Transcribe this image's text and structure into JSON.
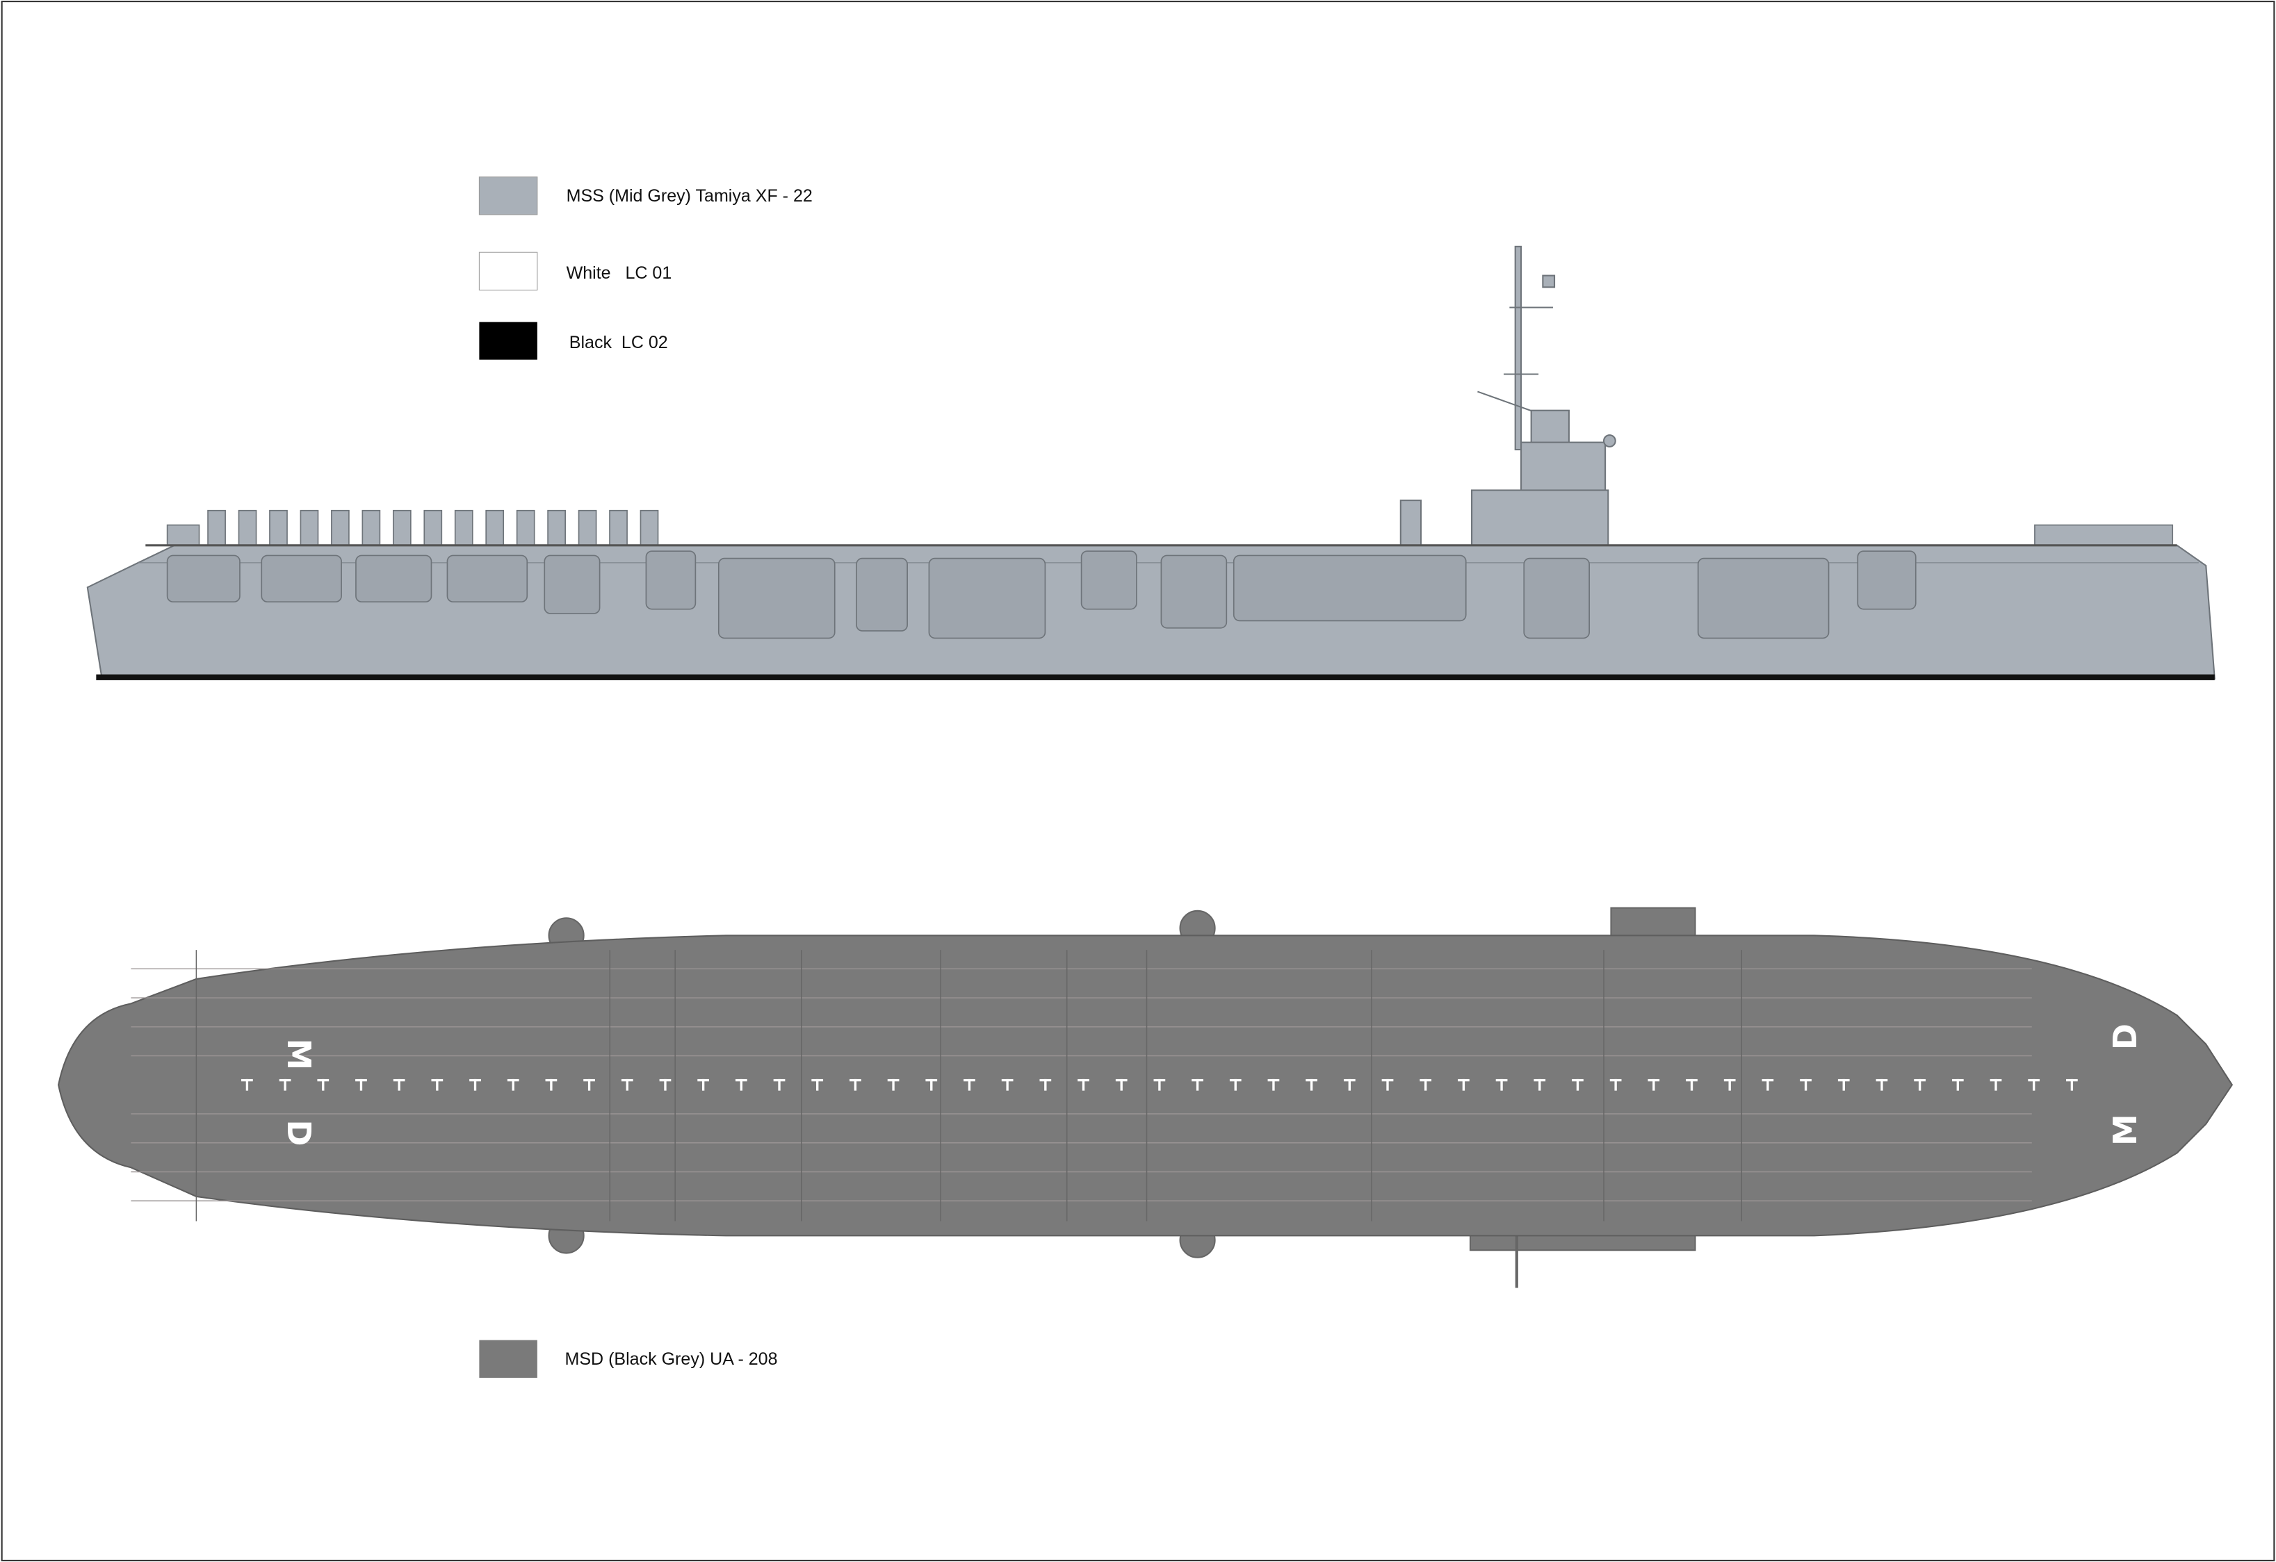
{
  "legend": {
    "items": [
      {
        "label": "MSS (Mid Grey) Tamiya XF - 22",
        "color": "#a9b0b8"
      },
      {
        "label": "White   LC 01",
        "color": "#ffffff"
      },
      {
        "label": "Black  LC 02",
        "color": "#000000"
      }
    ],
    "deck_item": {
      "label": "MSD (Black Grey) UA - 208",
      "color": "#7a7a7a"
    }
  },
  "deck_markings": {
    "stern_top": "M",
    "stern_bottom": "D",
    "bow_top": "D",
    "bow_bottom": "M"
  },
  "colors": {
    "hull": "#a9b0b8",
    "deck": "#7a7a7a",
    "line": "#6e747a",
    "deck_line": "#9a9494"
  }
}
